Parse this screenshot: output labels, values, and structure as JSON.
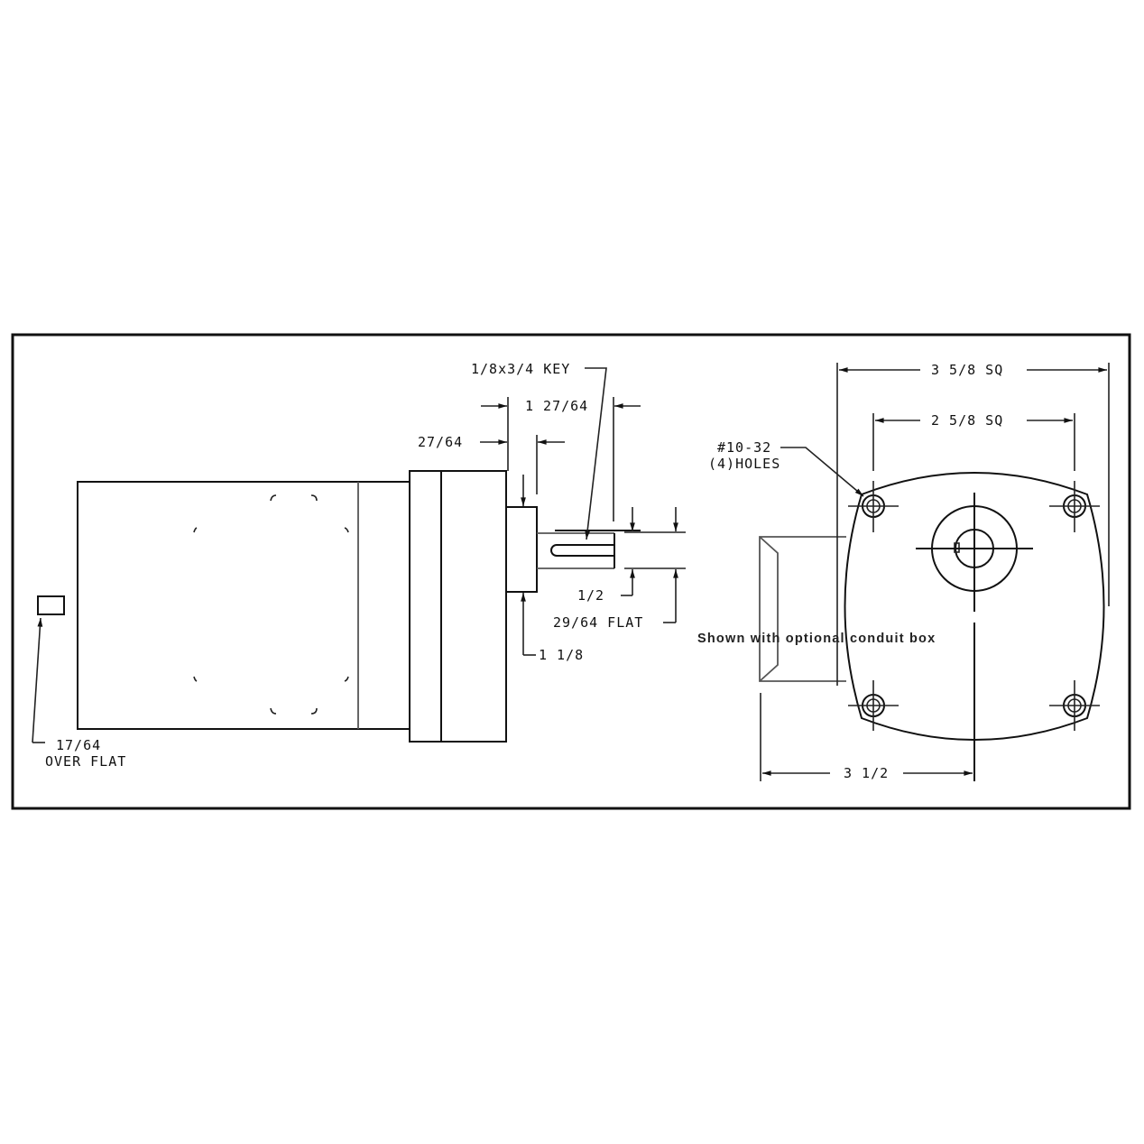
{
  "drawing": {
    "title": "Gearmotor outline dimension drawing",
    "side_view": {
      "labels": {
        "key": "1/8x3/4 KEY",
        "shaft_length": "1 27/64",
        "pilot_offset": "27/64",
        "shaft_dia": "1/2",
        "flat": "29/64 FLAT",
        "pilot_dia": "1 1/8",
        "rear_shaft_line1": "17/64",
        "rear_shaft_line2": "OVER FLAT"
      }
    },
    "end_view": {
      "labels": {
        "overall_sq": "3 5/8 SQ",
        "bolt_sq": "2 5/8 SQ",
        "holes_line1": "#10-32",
        "holes_line2": "(4)HOLES",
        "conduit_offset": "3 1/2"
      },
      "note": "Shown with optional conduit box"
    }
  }
}
